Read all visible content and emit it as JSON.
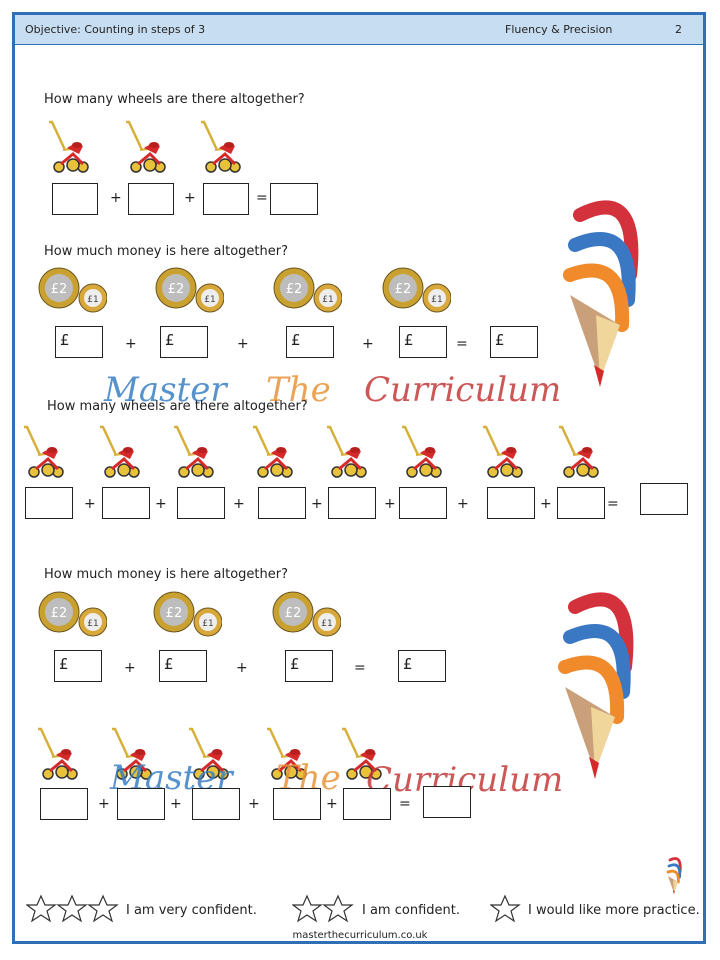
{
  "header": {
    "objective": "Objective: Counting in steps of 3",
    "section": "Fluency & Precision",
    "page": "2"
  },
  "questions": {
    "q1": "How many wheels are there altogether?",
    "q2": "How much money is here altogether?",
    "q3": "How many wheels are there altogether?",
    "q4": "How much money is here altogether?"
  },
  "symbols": {
    "plus": "+",
    "equals": "=",
    "pound": "£"
  },
  "coins": {
    "large": "£2",
    "small": "£1"
  },
  "watermark": {
    "w1": "Master",
    "w2": "The",
    "w3": "Curriculum"
  },
  "confidence": {
    "very": "I am very confident.",
    "confident": "I am confident.",
    "practice": "I would like more practice.",
    "very_stars": 3,
    "confident_stars": 2,
    "practice_stars": 1
  },
  "footer": {
    "url": "masterthecurriculum.co.uk"
  },
  "colors": {
    "border": "#2f6fb5",
    "header": "#c7ddf1",
    "wm_blue": "#3a7fc4",
    "wm_orange": "#e8953a",
    "wm_red": "#c43a3a"
  }
}
